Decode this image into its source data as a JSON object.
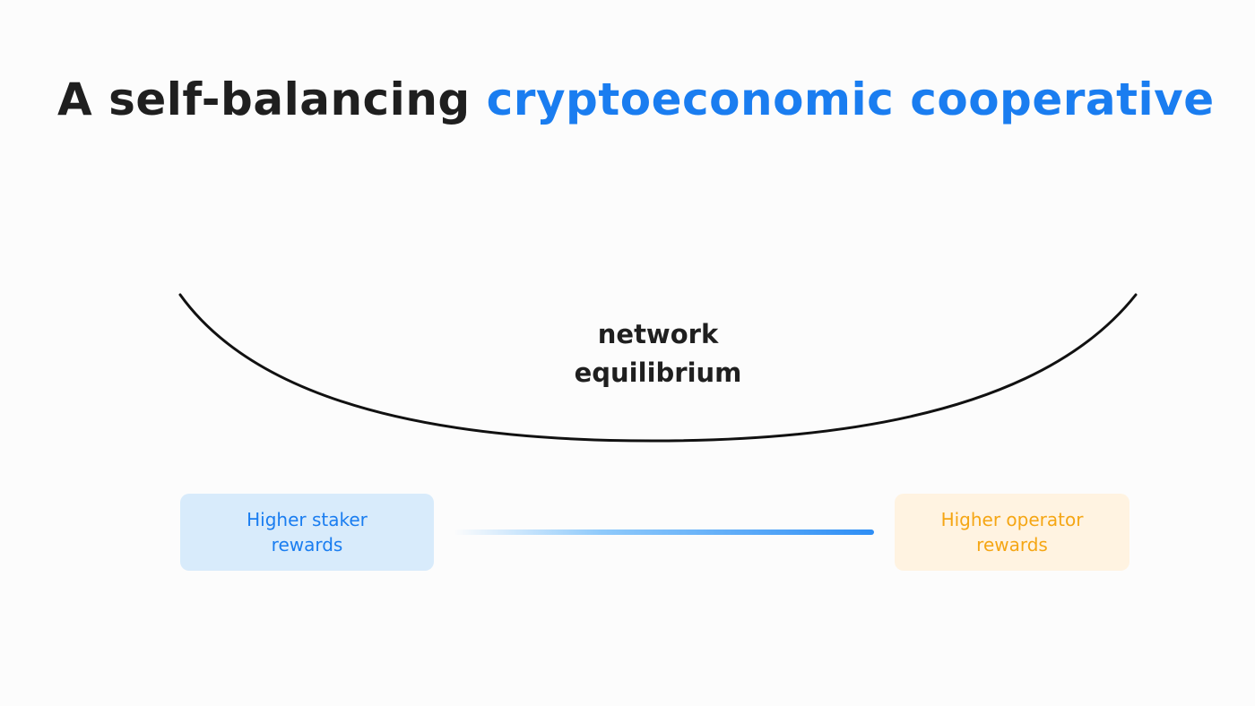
{
  "title": {
    "prefix": "A self-balancing",
    "highlight": "cryptoeconomic cooperative"
  },
  "equilibrium": {
    "line1": "network",
    "line2": "equilibrium"
  },
  "left_box": {
    "line1": "Higher staker",
    "line2": "rewards"
  },
  "right_box": {
    "line1": "Higher operator",
    "line2": "rewards"
  },
  "colors": {
    "accent_blue": "#1a7df0",
    "accent_orange": "#f5a614",
    "text_dark": "#1f1f1f",
    "staker_box_bg": "#d8ebfb",
    "operator_box_bg": "#fff3e1"
  }
}
